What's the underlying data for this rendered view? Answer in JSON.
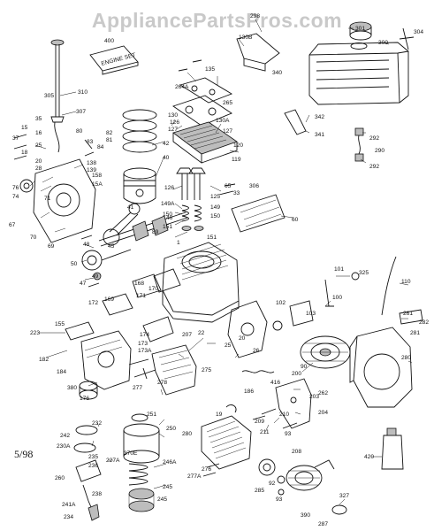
{
  "watermark": "AppliancePartsPros.com",
  "diagram_code": "5/98",
  "label_text_in_box": "ENGINE SET",
  "callouts": [
    "301",
    "304",
    "298",
    "130B",
    "300",
    "400",
    "340",
    "135",
    "264A",
    "265",
    "130",
    "305",
    "310",
    "307",
    "126",
    "130A",
    "127",
    "127",
    "120",
    "119",
    "342",
    "341",
    "292",
    "290",
    "292",
    "82",
    "81",
    "84",
    "80",
    "83",
    "35",
    "15",
    "18",
    "37",
    "16",
    "25",
    "20",
    "28",
    "158",
    "15A",
    "138",
    "139",
    "40",
    "42",
    "41",
    "126",
    "306",
    "125",
    "65",
    "33",
    "71",
    "74",
    "76",
    "67",
    "70",
    "69",
    "149A",
    "149",
    "150",
    "150",
    "151",
    "151",
    "48",
    "46",
    "45",
    "89",
    "49",
    "47",
    "50",
    "60",
    "1",
    "168",
    "170",
    "171",
    "172",
    "325",
    "101",
    "110",
    "100",
    "102",
    "103",
    "169",
    "174",
    "173",
    "173A",
    "155",
    "223",
    "182",
    "184",
    "380",
    "207",
    "22",
    "275",
    "25",
    "20",
    "26",
    "261",
    "282",
    "281",
    "90",
    "280",
    "176",
    "277",
    "278",
    "416",
    "200",
    "203",
    "262",
    "204",
    "186",
    "19",
    "209",
    "210",
    "211",
    "93",
    "208",
    "251",
    "250",
    "232",
    "242",
    "230A",
    "370E",
    "227A",
    "235",
    "236",
    "260",
    "280",
    "246A",
    "245",
    "245",
    "241A",
    "238",
    "234",
    "420",
    "277A",
    "276",
    "285",
    "92",
    "93",
    "390",
    "327",
    "287"
  ]
}
